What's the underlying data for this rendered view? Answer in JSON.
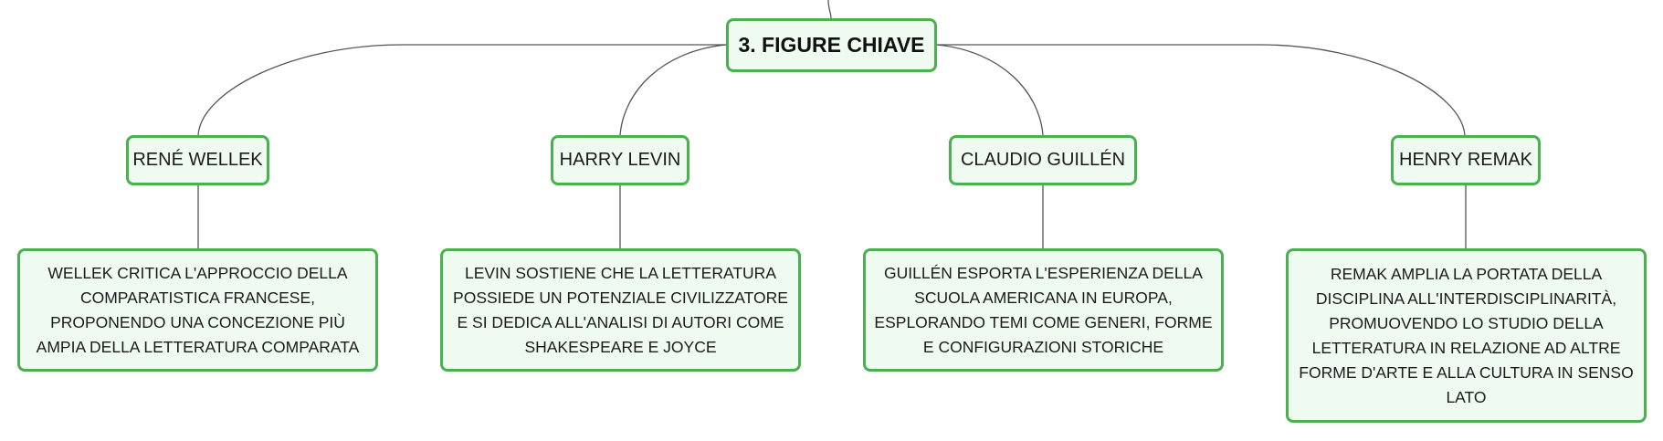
{
  "colors": {
    "node_border": "#4caf50",
    "node_fill": "#effaf1",
    "connector": "#555555"
  },
  "root": {
    "label": "3. FIGURE CHIAVE"
  },
  "figures": [
    {
      "name": "RENÉ WELLEK",
      "description": "WELLEK CRITICA L'APPROCCIO DELLA COMPARATISTICA FRANCESE, PROPONENDO UNA CONCEZIONE PIÙ AMPIA DELLA LETTERATURA COMPARATA"
    },
    {
      "name": "HARRY LEVIN",
      "description": "LEVIN SOSTIENE CHE LA LETTERATURA POSSIEDE UN POTENZIALE CIVILIZZATORE E SI DEDICA ALL'ANALISI DI AUTORI COME SHAKESPEARE E JOYCE"
    },
    {
      "name": "CLAUDIO GUILLÉN",
      "description": "GUILLÉN ESPORTA L'ESPERIENZA DELLA SCUOLA AMERICANA IN EUROPA, ESPLORANDO TEMI COME GENERI, FORME E CONFIGURAZIONI STORICHE"
    },
    {
      "name": "HENRY REMAK",
      "description": "REMAK AMPLIA LA PORTATA DELLA DISCIPLINA ALL'INTERDISCIPLINARITÀ, PROMUOVENDO LO STUDIO DELLA LETTERATURA IN RELAZIONE AD ALTRE FORME D'ARTE E ALLA CULTURA IN SENSO LATO"
    }
  ]
}
